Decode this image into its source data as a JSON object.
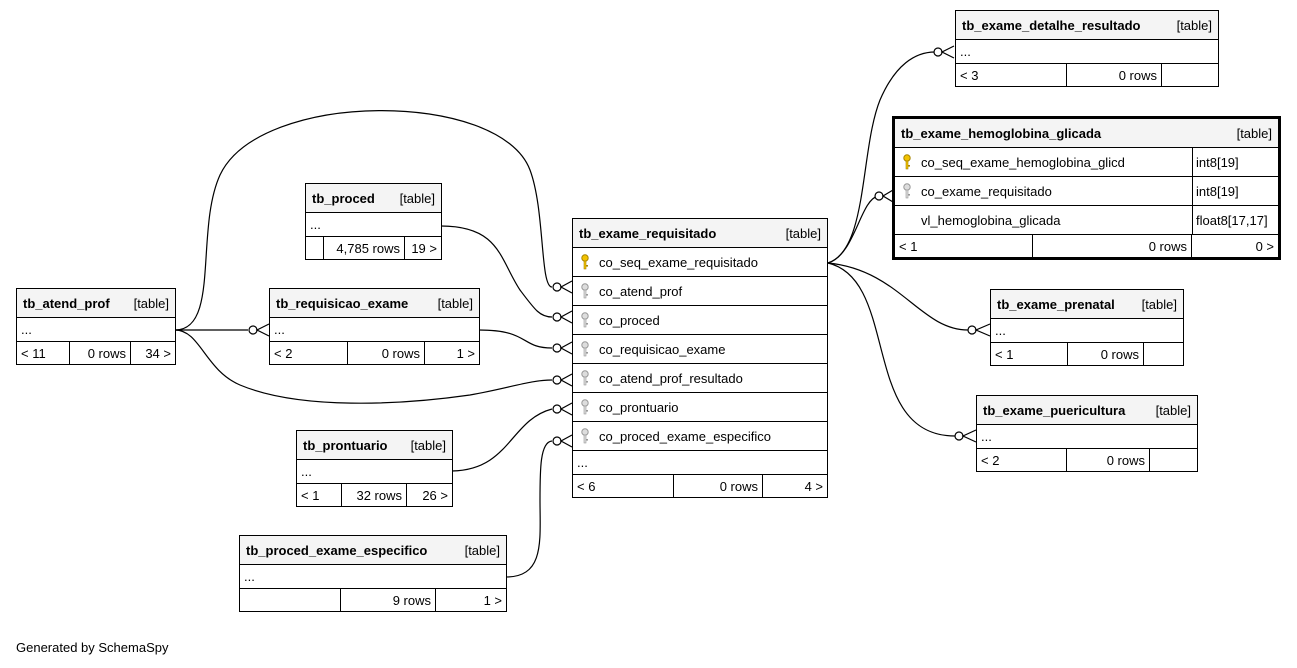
{
  "footer": "Generated by SchemaSpy",
  "colors": {
    "border": "#000000",
    "header_bg": "#f4f4f4",
    "primary_key": "#f2c200",
    "foreign_key": "#bbbbbb"
  },
  "tables": {
    "detalhe_resultado": {
      "name": "tb_exame_detalhe_resultado",
      "type": "[table]",
      "ellipsis": "...",
      "parents": "< 3",
      "rows": "0 rows",
      "children": ""
    },
    "hemoglobina": {
      "name": "tb_exame_hemoglobina_glicada",
      "type": "[table]",
      "columns": [
        {
          "name": "co_seq_exame_hemoglobina_glicd",
          "type": "int8[19]",
          "key": "primary"
        },
        {
          "name": "co_exame_requisitado",
          "type": "int8[19]",
          "key": "foreign"
        },
        {
          "name": "vl_hemoglobina_glicada",
          "type": "float8[17,17]",
          "key": ""
        }
      ],
      "parents": "< 1",
      "rows": "0 rows",
      "children": "0 >"
    },
    "proced": {
      "name": "tb_proced",
      "type": "[table]",
      "ellipsis": "...",
      "parents": "",
      "rows": "4,785 rows",
      "children": "19 >"
    },
    "exame_requisitado": {
      "name": "tb_exame_requisitado",
      "type": "[table]",
      "columns": [
        {
          "name": "co_seq_exame_requisitado",
          "key": "primary"
        },
        {
          "name": "co_atend_prof",
          "key": "foreign"
        },
        {
          "name": "co_proced",
          "key": "foreign"
        },
        {
          "name": "co_requisicao_exame",
          "key": "foreign"
        },
        {
          "name": "co_atend_prof_resultado",
          "key": "foreign"
        },
        {
          "name": "co_prontuario",
          "key": "foreign"
        },
        {
          "name": "co_proced_exame_especifico",
          "key": "foreign"
        }
      ],
      "ellipsis": "...",
      "parents": "< 6",
      "rows": "0 rows",
      "children": "4 >"
    },
    "atend_prof": {
      "name": "tb_atend_prof",
      "type": "[table]",
      "ellipsis": "...",
      "parents": "< 11",
      "rows": "0 rows",
      "children": "34 >"
    },
    "requisicao_exame": {
      "name": "tb_requisicao_exame",
      "type": "[table]",
      "ellipsis": "...",
      "parents": "< 2",
      "rows": "0 rows",
      "children": "1 >"
    },
    "prenatal": {
      "name": "tb_exame_prenatal",
      "type": "[table]",
      "ellipsis": "...",
      "parents": "< 1",
      "rows": "0 rows",
      "children": ""
    },
    "puericultura": {
      "name": "tb_exame_puericultura",
      "type": "[table]",
      "ellipsis": "...",
      "parents": "< 2",
      "rows": "0 rows",
      "children": ""
    },
    "prontuario": {
      "name": "tb_prontuario",
      "type": "[table]",
      "ellipsis": "...",
      "parents": "< 1",
      "rows": "32 rows",
      "children": "26 >"
    },
    "proced_exame_especifico": {
      "name": "tb_proced_exame_especifico",
      "type": "[table]",
      "ellipsis": "...",
      "parents": "",
      "rows": "9 rows",
      "children": "1 >"
    }
  }
}
